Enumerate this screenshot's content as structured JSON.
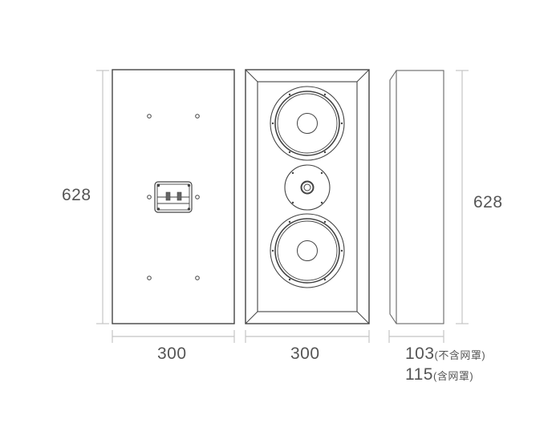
{
  "dimensions": {
    "back_height": "628",
    "side_height": "628",
    "back_width": "300",
    "front_width": "300",
    "depth_without_grille": "103",
    "depth_without_grille_note": "(不含网罩)",
    "depth_with_grille": "115",
    "depth_with_grille_note": "(含网罩)"
  },
  "colors": {
    "line": "#444444",
    "dimension": "#bbbbbb",
    "text": "#555555"
  }
}
